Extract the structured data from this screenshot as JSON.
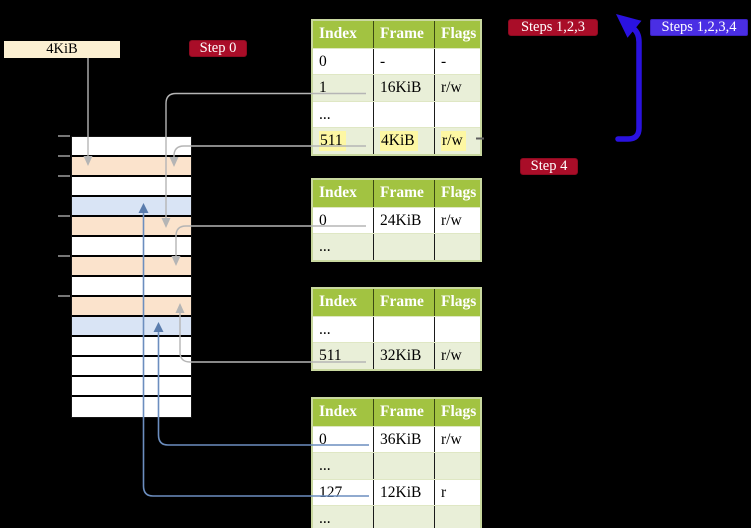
{
  "labels": {
    "frame_size": "4KiB",
    "step0": "Step 0",
    "steps123": "Steps 1,2,3",
    "steps1234": "Steps 1,2,3,4",
    "step4": "Step 4"
  },
  "tables": [
    {
      "name": "page-table-1",
      "headers": [
        "Index",
        "Frame",
        "Flags"
      ],
      "rows": [
        {
          "cells": [
            "0",
            "-",
            "-"
          ]
        },
        {
          "cells": [
            "1",
            "16KiB",
            "r/w"
          ]
        },
        {
          "cells": [
            "...",
            "",
            ""
          ]
        },
        {
          "cells": [
            "511",
            "4KiB",
            "r/w"
          ],
          "highlighted": true
        }
      ]
    },
    {
      "name": "page-table-2",
      "headers": [
        "Index",
        "Frame",
        "Flags"
      ],
      "rows": [
        {
          "cells": [
            "0",
            "24KiB",
            "r/w"
          ]
        },
        {
          "cells": [
            "...",
            "",
            ""
          ]
        }
      ]
    },
    {
      "name": "page-table-3",
      "headers": [
        "Index",
        "Frame",
        "Flags"
      ],
      "rows": [
        {
          "cells": [
            "...",
            "",
            ""
          ]
        },
        {
          "cells": [
            "511",
            "32KiB",
            "r/w"
          ]
        }
      ]
    },
    {
      "name": "page-table-4",
      "headers": [
        "Index",
        "Frame",
        "Flags"
      ],
      "rows": [
        {
          "cells": [
            "0",
            "36KiB",
            "r/w"
          ]
        },
        {
          "cells": [
            "...",
            "",
            ""
          ]
        },
        {
          "cells": [
            "127",
            "12KiB",
            "r"
          ]
        },
        {
          "cells": [
            "...",
            "",
            ""
          ]
        }
      ]
    }
  ],
  "memory_stack": {
    "palette": {
      "white": "#ffffff",
      "peach": "#fbe3cc",
      "blue": "#d9e4f5"
    },
    "row_colors": [
      "white",
      "peach",
      "white",
      "blue",
      "peach",
      "white",
      "peach",
      "white",
      "peach",
      "blue",
      "white",
      "white",
      "white",
      "white"
    ]
  },
  "colors": {
    "background": "#000000",
    "table_header_green": "#a2c341",
    "table_row_green": "#e9efd8",
    "table_border": "#c9d89f",
    "yellow_highlight": "#fdf7a3",
    "crimson_label": "#a90d28",
    "indigo_label": "#4a2ee4",
    "cream_label": "#fcf0d2",
    "connector_gray": "#b5b5b5",
    "connector_blue": "#6c8ebf",
    "flow_arrow_blue": "#2a12e0"
  }
}
